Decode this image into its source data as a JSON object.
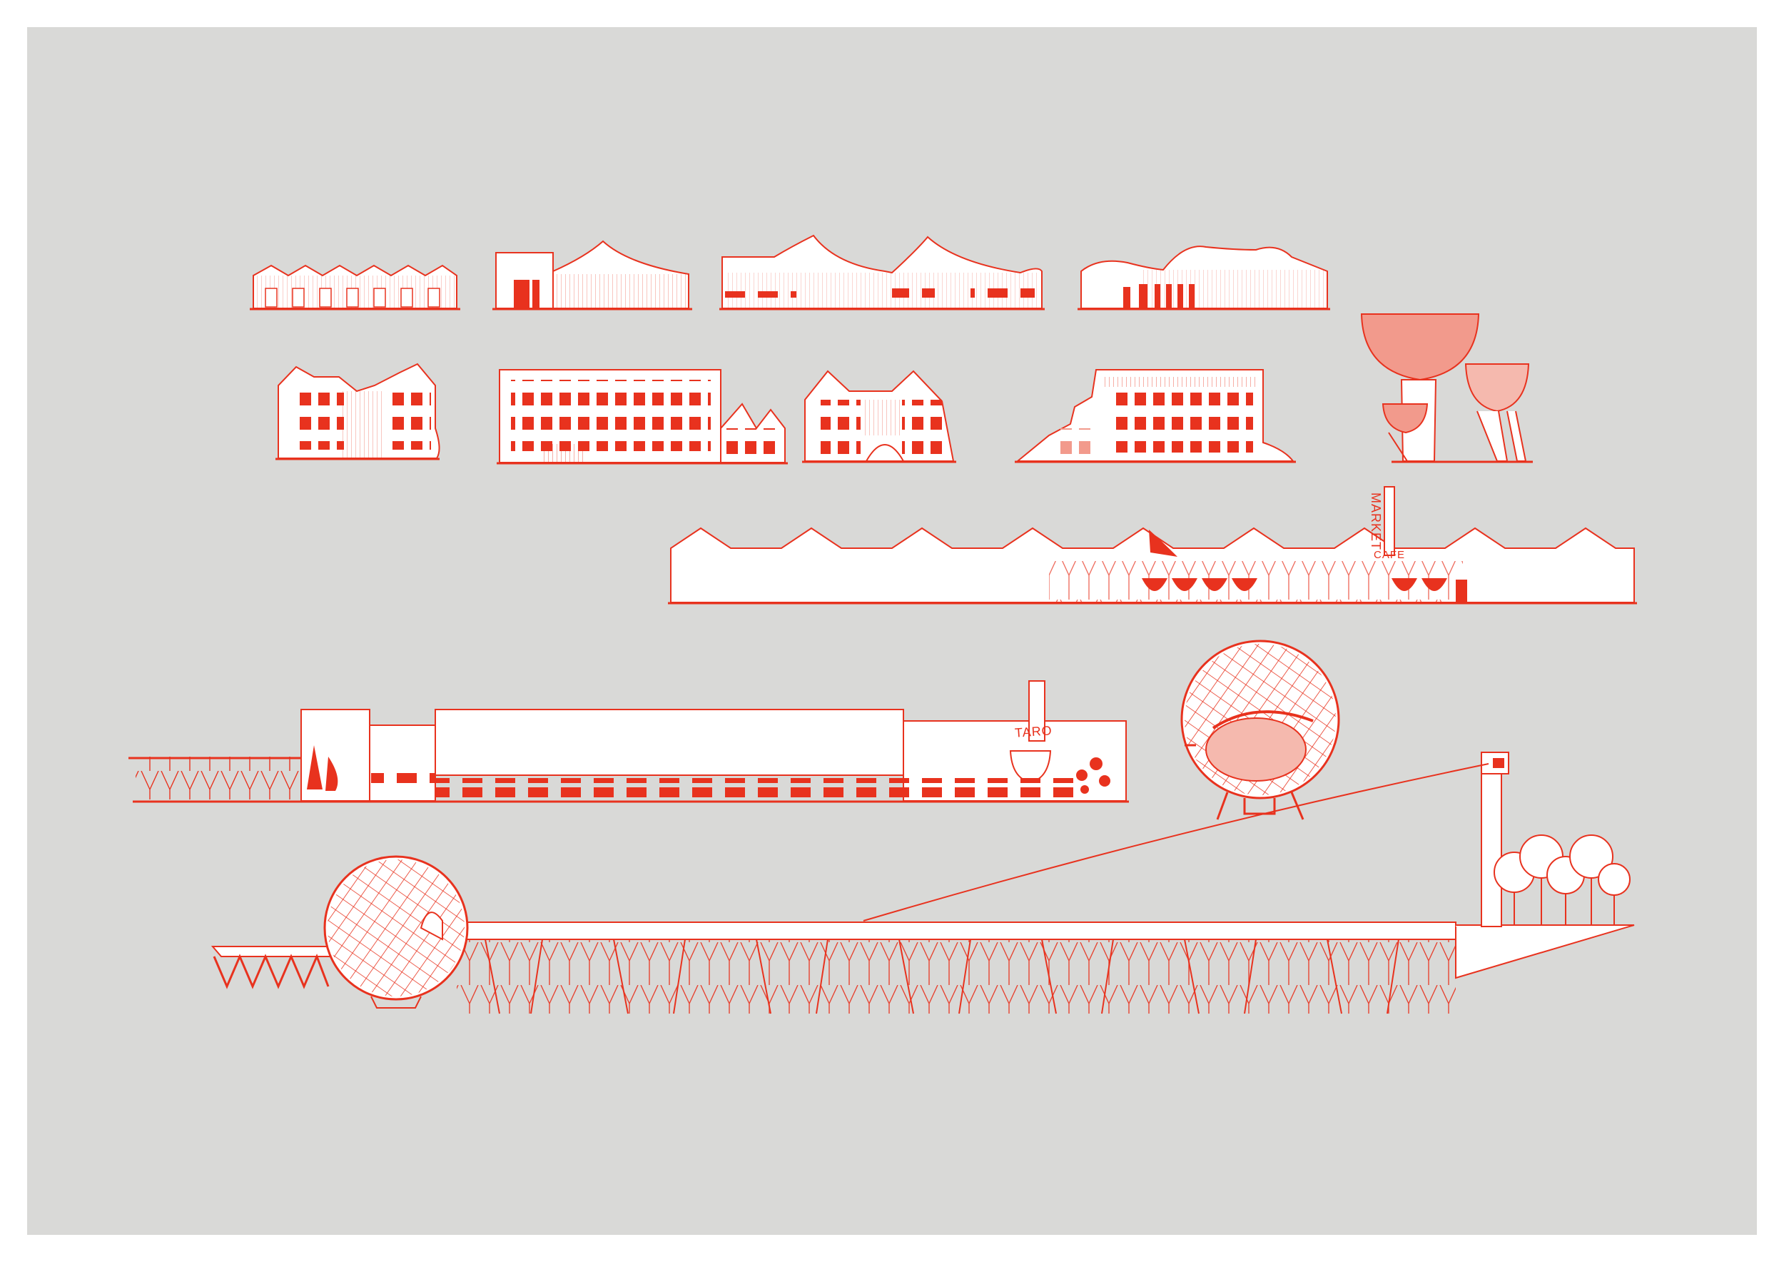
{
  "sheet": {
    "background": "#d9d9d7",
    "paper": "#ffffff"
  },
  "colors": {
    "line": "#e8321e",
    "fill": "#ffffff",
    "tint": "#f5b9ae",
    "solid": "#e8321e"
  },
  "labels": {
    "market": "MARKET",
    "cafe": "CAFE",
    "taro": "TARO"
  },
  "drawings": [
    "elevation-small-sawtooth",
    "elevation-barn-with-curved-roof",
    "elevation-double-peak-hall",
    "elevation-wavy-roof-hall",
    "elevation-housing-block-1",
    "elevation-housing-block-2",
    "elevation-housing-block-3",
    "elevation-housing-block-4",
    "bowl-towers",
    "long-peaked-market-hall",
    "market-hall-long-elevation",
    "lattice-sphere-pavilion",
    "pier-with-sphere-and-cable"
  ]
}
